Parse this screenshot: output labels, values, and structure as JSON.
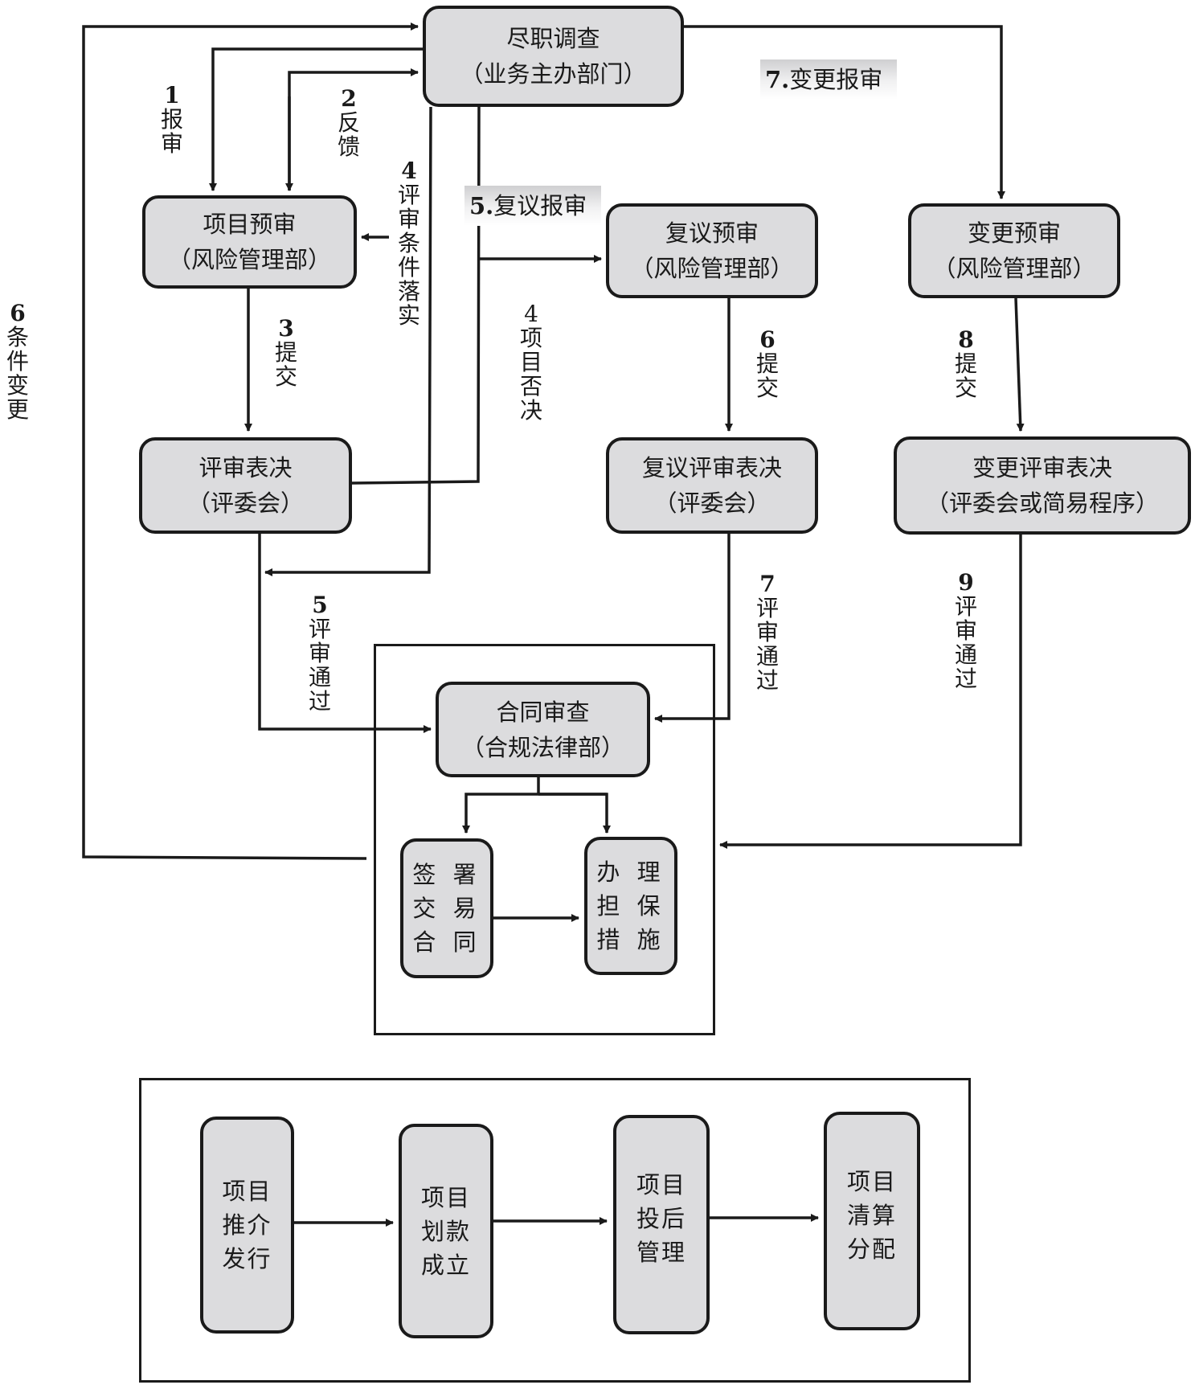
{
  "diagram": {
    "nodes": {
      "due_diligence": {
        "title": "尽职调查",
        "dept": "（业务主办部门）"
      },
      "project_prereview": {
        "title": "项目预审",
        "dept": "（风险管理部）"
      },
      "review_vote": {
        "title": "评审表决",
        "dept": "（评委会）"
      },
      "reconsider_prereview": {
        "title": "复议预审",
        "dept": "（风险管理部）"
      },
      "reconsider_vote": {
        "title": "复议评审表决",
        "dept": "（评委会）"
      },
      "change_prereview": {
        "title": "变更预审",
        "dept": "（风险管理部）"
      },
      "change_vote": {
        "title": "变更评审表决",
        "dept": "（评委会或简易程序）"
      },
      "contract_review": {
        "title": "合同审查",
        "dept": "（合规法律部）"
      },
      "sign_contract": {
        "lines": [
          "签 署",
          "交 易",
          "合 同"
        ]
      },
      "guarantee": {
        "lines": [
          "办 理",
          "担 保",
          "措 施"
        ]
      }
    },
    "edge_labels": {
      "submit_review_1": {
        "num": "1",
        "chars": [
          "报",
          "审"
        ]
      },
      "feedback_2": {
        "num": "2",
        "chars": [
          "反",
          "馈"
        ]
      },
      "submit_3": {
        "num": "3",
        "chars": [
          "提",
          "交"
        ]
      },
      "conditions_4": {
        "num": "4",
        "chars": [
          "评",
          "审",
          "条",
          "件",
          "落",
          "实"
        ]
      },
      "veto_4": {
        "num": "4",
        "chars": [
          "项",
          "目",
          "否",
          "决"
        ]
      },
      "pass_5": {
        "num": "5",
        "chars": [
          "评",
          "审",
          "通",
          "过"
        ]
      },
      "reconsider_5": {
        "num": "5.",
        "text": "复议报审"
      },
      "condition_change_6": {
        "num": "6",
        "chars": [
          "条",
          "件",
          "变",
          "更"
        ]
      },
      "submit_6": {
        "num": "6",
        "chars": [
          "提",
          "交"
        ]
      },
      "change_report_7": {
        "num": "7.",
        "text": "变更报审"
      },
      "pass_7": {
        "num": "7",
        "chars": [
          "评",
          "审",
          "通",
          "过"
        ]
      },
      "submit_8": {
        "num": "8",
        "chars": [
          "提",
          "交"
        ]
      },
      "pass_9": {
        "num": "9",
        "chars": [
          "评",
          "审",
          "通",
          "过"
        ]
      }
    },
    "lifecycle": [
      {
        "lines": [
          "项目",
          "推介",
          "发行"
        ]
      },
      {
        "lines": [
          "项目",
          "划款",
          "成立"
        ]
      },
      {
        "lines": [
          "项目",
          "投后",
          "管理"
        ]
      },
      {
        "lines": [
          "项目",
          "清算",
          "分配"
        ]
      }
    ]
  }
}
